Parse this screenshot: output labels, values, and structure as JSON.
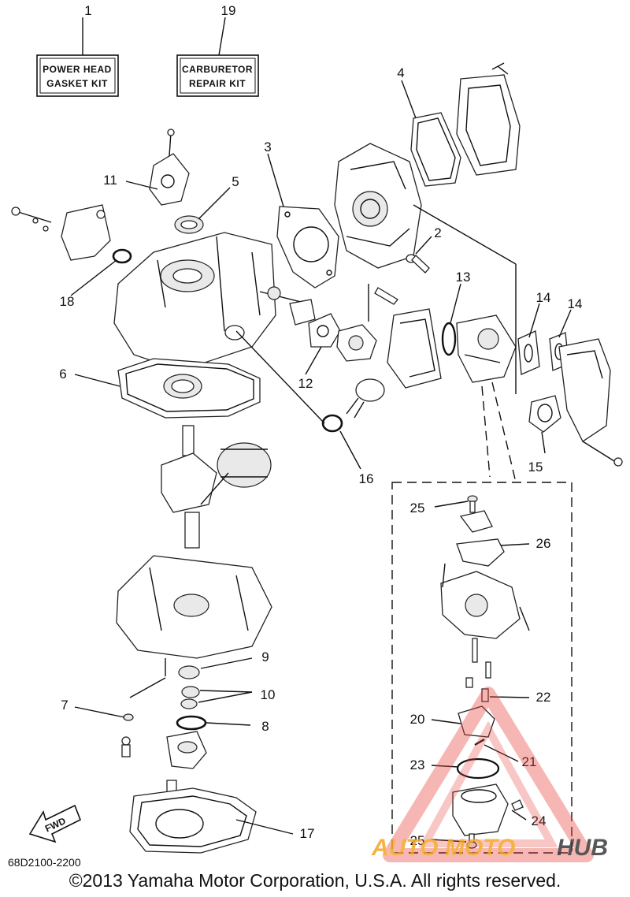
{
  "callouts": {
    "c1": "1",
    "c2": "2",
    "c3": "3",
    "c4": "4",
    "c5": "5",
    "c6": "6",
    "c7": "7",
    "c8": "8",
    "c9": "9",
    "c10": "10",
    "c11": "11",
    "c12": "12",
    "c13": "13",
    "c14a": "14",
    "c14b": "14",
    "c15": "15",
    "c16": "16",
    "c17": "17",
    "c18": "18",
    "c19": "19",
    "c20": "20",
    "c21": "21",
    "c22": "22",
    "c23": "23",
    "c24": "24",
    "c25a": "25",
    "c25b": "25",
    "c26": "26"
  },
  "kits": {
    "power_head_line1": "POWER HEAD",
    "power_head_line2": "GASKET KIT",
    "carburetor_line1": "CARBURETOR",
    "carburetor_line2": "REPAIR KIT"
  },
  "fwd_label": "FWD",
  "footer": {
    "code": "68D2100-2200",
    "copyright": "©2013 Yamaha Motor Corporation, U.S.A. All rights reserved."
  },
  "watermark": {
    "auto": "AUTO",
    "moto": "MOTO",
    "hub": "HUB",
    "colors": {
      "auto": "#f5a623",
      "moto": "#f5a623",
      "hub": "#3a3a3a",
      "triangle": "#e8453c"
    }
  }
}
